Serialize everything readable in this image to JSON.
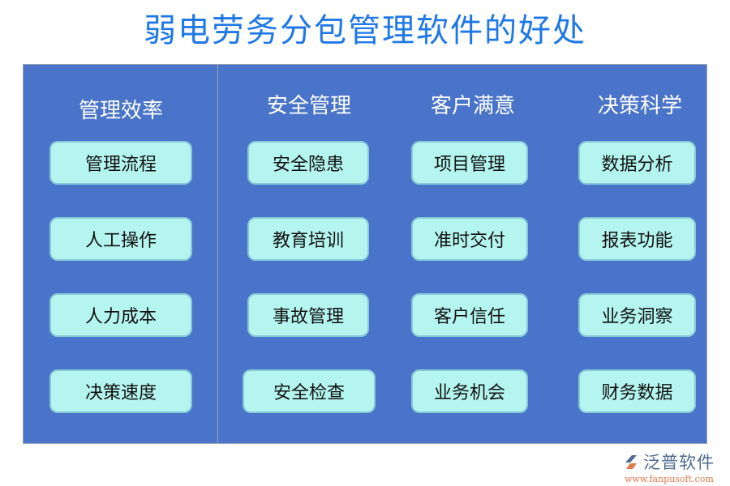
{
  "title": "弱电劳务分包管理软件的好处",
  "colors": {
    "title": "#1f78e6",
    "panel_bg": "#4a74c9",
    "box_bg": "#b5f5ef",
    "header_text": "#ffffff",
    "box_text": "#111111"
  },
  "columns": [
    {
      "heading": "管理效率",
      "items": [
        "管理流程",
        "人工操作",
        "人力成本",
        "决策速度"
      ]
    },
    {
      "heading": "安全管理",
      "items": [
        "安全隐患",
        "教育培训",
        "事故管理",
        "安全检查"
      ]
    },
    {
      "heading": "客户满意",
      "items": [
        "项目管理",
        "准时交付",
        "客户信任",
        "业务机会"
      ]
    },
    {
      "heading": "决策科学",
      "items": [
        "数据分析",
        "报表功能",
        "业务洞察",
        "财务数据"
      ]
    }
  ],
  "logo": {
    "name": "泛普软件",
    "url": "www.fanpusoft.com",
    "icon": "fanpu-logo-icon"
  }
}
